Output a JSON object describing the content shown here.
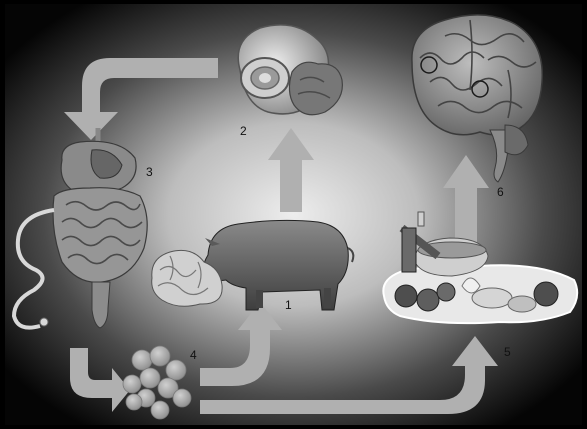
{
  "labels": {
    "n1": "1",
    "n2": "2",
    "n3": "3",
    "n4": "4",
    "n5": "5",
    "n6": "6"
  },
  "icons": {
    "pig": "pig-icon",
    "meat": "meat-cut-icon",
    "digestive_system": "digestive-system-icon",
    "cysts": "cyst-eggs-icon",
    "food": "vegetables-food-icon",
    "brain": "brain-icon"
  }
}
